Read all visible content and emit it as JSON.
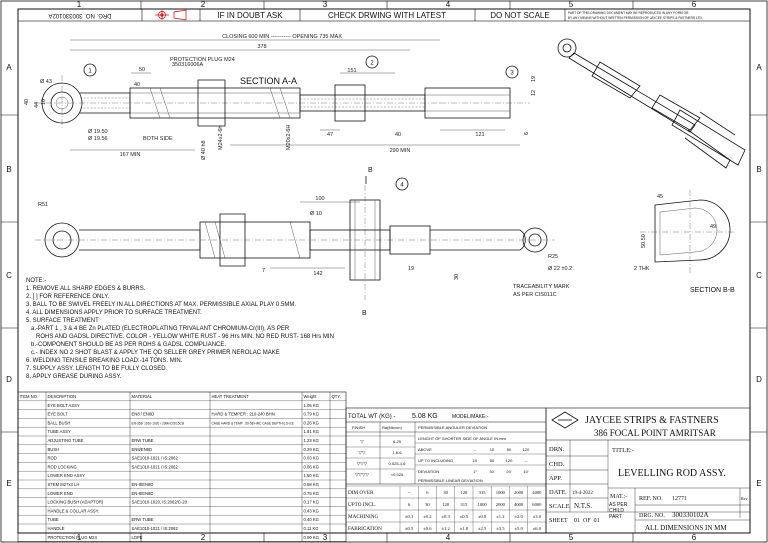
{
  "header": {
    "drg_no_ref": "DRG. NO. 300330102A",
    "in_doubt": "IF IN DOUBT ASK",
    "check_drawing": "CHECK DRWING WITH LATEST",
    "do_not_scale": "DO NOT SCALE",
    "copyright_line1": "PART OF THIS DRAWING DOCUMENT MAY BE REPRODUCED IN ANY FORM OR",
    "copyright_line2": "BY ANY MEANS WITHOUT WRITTEN PERMISSION OF JAYCEE STRIPS & FASTNERS LTD."
  },
  "grid": {
    "columns": [
      "1",
      "2",
      "3",
      "4",
      "5",
      "6"
    ],
    "rows": [
      "A",
      "B",
      "C",
      "D",
      "E"
    ]
  },
  "dimensions": {
    "closing": "CLOSING 600 MIN ----------- OPENING 735 MAX",
    "d378": "378",
    "d50": "50",
    "d40": "40",
    "d151": "151",
    "protection_plug": "PROTECTION PLUG M24",
    "protection_plug_code": "350316006A",
    "dia43": "Ø 43",
    "d40b": "40",
    "d44": "44",
    "d10": "10",
    "dia1950": "Ø 19.50",
    "dia1956": "Ø 19.56",
    "both_side": "BOTH SIDE",
    "thread_m24": "M24x2-6h",
    "dia40": "Ø 40 h8",
    "d167": "167 MIN",
    "m20": "M20x2-6H",
    "d47": "47",
    "d40c": "40",
    "d121": "121",
    "d6": "6",
    "d290": "290 MIN",
    "d12": "12",
    "d19": "19",
    "d100": "100",
    "dia10": "Ø 10",
    "d142": "142",
    "d7": "7",
    "d19b": "19",
    "d30": "30",
    "r51": "R51",
    "r25": "R25",
    "dia22": "Ø 22 ±0.2",
    "traceability": "TRACEABILITY MARK",
    "traceability2": "AS PER CIS011C",
    "section_aa": "SECTION A-A",
    "section_bb": "SECTION B-B",
    "two_thk": "2 THK",
    "d49": "49",
    "d50b": "50.50",
    "d45": "45",
    "label_b": "B"
  },
  "balloons": [
    "1",
    "2",
    "3",
    "4"
  ],
  "notes": {
    "title": "NOTE:-",
    "lines": [
      "1. REMOVE ALL SHARP EDGES & BURRS.",
      "2. [ ] FOR REFERENCE ONLY.",
      "3. BALL TO BE SWIVEL FREELY IN ALL DIRECTIONS AT MAX. PERMISSIBLE AXIAL PLAY 0.5MM.",
      "4. ALL DIMENSIONS APPLY PRIOR TO SURFACE TREATMENT.",
      "5. SURFACE TREATMENT",
      "   a.-PART 1 , 3 & 4 BE Zn PLATED (ELECTROPLATING TRIVALANT CHROMIUM-Cr(III), AS PER",
      "      ROHS AND GADSL DIRECTIVE. COLOR - YELLOW WHITE RUST - 96 Hrs MIN. NO RED RUST- 168 Hrs MIN",
      "   b.-COMPONENT SHOULD BE AS PER ROHS & GADSL COMPLIANCE.",
      "   c.- INDEX NO 2 SHOT BLAST & APPLY THE QD SELLER GREY PRIMER NEROLAC MAKE",
      "6. WELDING TENSILE BREAKING LOAD:-14 TONS. MIN.",
      "7. SUPPLY ASSY. LENGTH TO BE FULLY CLOSED.",
      "8. APPLY GREASE DURING ASSY."
    ]
  },
  "bom": {
    "headers": [
      "ITEM NO.",
      "DESCRIPTION",
      "MATERIAL",
      "HEAT TREATMENT",
      "Weight",
      "QTY."
    ],
    "rows": [
      [
        "",
        "EYE BOLT ASSY",
        "",
        "",
        "1.05 KG",
        ""
      ],
      [
        "",
        "EYE BOLT",
        "EN8 / EN8D",
        "HARD & TEMPER : 210-240 BHN",
        "0.79 KG",
        ""
      ],
      [
        "",
        "BALL BUSH",
        "EN-353/ 1010-1020 / 20MnCr5/15CB",
        "CASE HARD & TEMP : 50-58 HRC CASE DEPTH:0.5-0.8",
        "0.26 KG",
        ""
      ],
      [
        "",
        "TUBE ASSY",
        "",
        "",
        "1.91 KG",
        ""
      ],
      [
        "",
        "ADJUSTING TUBE",
        "ERW TUBE",
        "",
        "1.23 KG",
        ""
      ],
      [
        "",
        "BUSH",
        "EN8/EN8D",
        "",
        "0.29 KG",
        ""
      ],
      [
        "",
        "ROD",
        "SAE1010-1021 / IS:2062",
        "",
        "0.03 KG",
        ""
      ],
      [
        "",
        "ROD LOCKING",
        "SAE1010-1021 / IS:2062",
        "",
        "0.06 KG",
        ""
      ],
      [
        "",
        "LOWER END ASSY.",
        "",
        "",
        "1.50 KG",
        ""
      ],
      [
        "",
        "STEM  M27x3 LH",
        "EN-8/EN8D",
        "",
        "0.58 KG",
        ""
      ],
      [
        "",
        "LOWER END",
        "EN-8/EN8D",
        "",
        "0.75 KG",
        ""
      ],
      [
        "",
        "LOCKING BUSH (ADAPTOR)",
        "SAE1010-1020, IS:2062/C-20",
        "",
        "0.17 KG",
        ""
      ],
      [
        "",
        "HANDLE & COLLAR ASSY.",
        "",
        "",
        "0.43 KG",
        ""
      ],
      [
        "",
        "TUBE",
        "ERW TUBE",
        "",
        "0.40 KG",
        ""
      ],
      [
        "",
        "HANDLE",
        "SAE1010-1021 / IS:2062",
        "",
        "0.11 KG",
        ""
      ],
      [
        "",
        "PROTECTION PLUG M24",
        "LDPE",
        "",
        "0.00 KG",
        ""
      ]
    ]
  },
  "tolerance": {
    "total_wt_label": "TOTAL WT (KG) -",
    "total_wt": "5.08 KG",
    "model": "MODEL/MAKE:-",
    "finish": "FINISH",
    "ra": "Ra(Micron)",
    "perm_angular": "PERMISSIBLE ANGULER DEVIATION",
    "shorter_side": "LENGHT OF SHORTER SIDE OF ANGLE IN mm",
    "above": "ABOVE",
    "up_to": "UP TO INCLUDING",
    "deviation": "DEVIATION",
    "perm_linear": "PERMISSIBLE LINEAR DEVIATION",
    "ra_values": [
      "6-25",
      "1.6-6",
      "0.025-1.6",
      "<0.025"
    ],
    "ang_above": [
      "--",
      "10",
      "50",
      "120"
    ],
    "ang_upto": [
      "10",
      "50",
      "120",
      "--"
    ],
    "ang_dev": [
      "1°",
      "30'",
      "20'",
      "10'"
    ],
    "dim_over_label": "DIM OVER",
    "upto_label": "UPTO INCL.",
    "machining_label": "MACHINING",
    "fabrication_label": "FABRICATION",
    "dim_over": [
      "--",
      "6",
      "30",
      "120",
      "315",
      "1000",
      "2000",
      "4000"
    ],
    "upto": [
      "6",
      "30",
      "120",
      "315",
      "1000",
      "2000",
      "4000",
      "6000"
    ],
    "machining": [
      "±0.1",
      "±0.2",
      "±0.3",
      "±0.5",
      "±0.8",
      "±1.2",
      "±2.0",
      "±3.0"
    ],
    "fabrication": [
      "±0.5",
      "±0.6",
      "±1.2",
      "±1.8",
      "±2.5",
      "±3.5",
      "±5.0",
      "±6.0"
    ]
  },
  "titleblock": {
    "company": "JAYCEE STRIPS & FASTNERS",
    "address": "386 FOCAL POINT AMRITSAR",
    "drn": "DRN.",
    "chd": "CHD.",
    "app": "APP.",
    "date_label": "DATE",
    "date": "19-4-2022",
    "scale_label": "SCALE",
    "scale": "N.T.S.",
    "sheet": "SHEET",
    "sheet_of": "01  OF  01",
    "title_label": "TITLE:-",
    "title": "LEVELLING ROD ASSY.",
    "mat_label": "MAT.:-",
    "mat": "AS PER CHILD PART",
    "ref_label": "REF. NO.",
    "ref": "12771",
    "rev": "Rev",
    "drg_label": "DRG. NO.",
    "drg": "300330102A",
    "all_dims": "ALL DIMENSIONS IN MM"
  }
}
